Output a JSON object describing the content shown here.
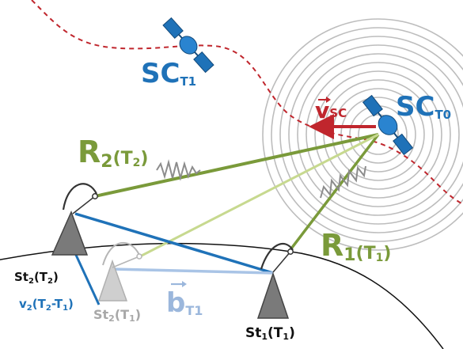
{
  "labels": {
    "sc_t1": {
      "main": "SC",
      "sub": "T1"
    },
    "sc_t0": {
      "main": "SC",
      "sub": "T0"
    },
    "velocity": {
      "main": "v",
      "sub": "SC"
    },
    "r2": {
      "main": "R",
      "sub_num": "2",
      "paren": "(T",
      "paren_sub": "2",
      "close": ")"
    },
    "r1": {
      "main": "R",
      "sub_num": "1",
      "paren": "(T",
      "paren_sub": "1",
      "close": ")"
    },
    "st2_t2": {
      "main": "St",
      "sub_num": "2",
      "paren": "(T",
      "paren_sub": "2",
      "close": ")"
    },
    "st2_t1": {
      "main": "St",
      "sub_num": "2",
      "paren": "(T",
      "paren_sub": "1",
      "close": ")"
    },
    "st1_t1": {
      "main": "St",
      "sub_num": "1",
      "paren": "(T",
      "paren_sub": "1",
      "close": ")"
    },
    "baseline": {
      "main": "b",
      "sub": "T1"
    },
    "v2": {
      "main": "v",
      "sub_num": "2",
      "paren": "(T",
      "sub_a": "2",
      "dash": "-T",
      "sub_b": "1",
      "close": ")"
    }
  },
  "colors": {
    "spacecraft": "#1f72b8",
    "range": "#7a9a3a",
    "range_light": "#c7d98f",
    "baseline_line": "#1f72b8",
    "baseline_light": "#a9c4e6",
    "velocity": "#c0262d",
    "trajectory": "#c0262d",
    "station": "#555555",
    "station_ghost": "#b5b5b5",
    "wavefront": "#b9b9b9"
  }
}
